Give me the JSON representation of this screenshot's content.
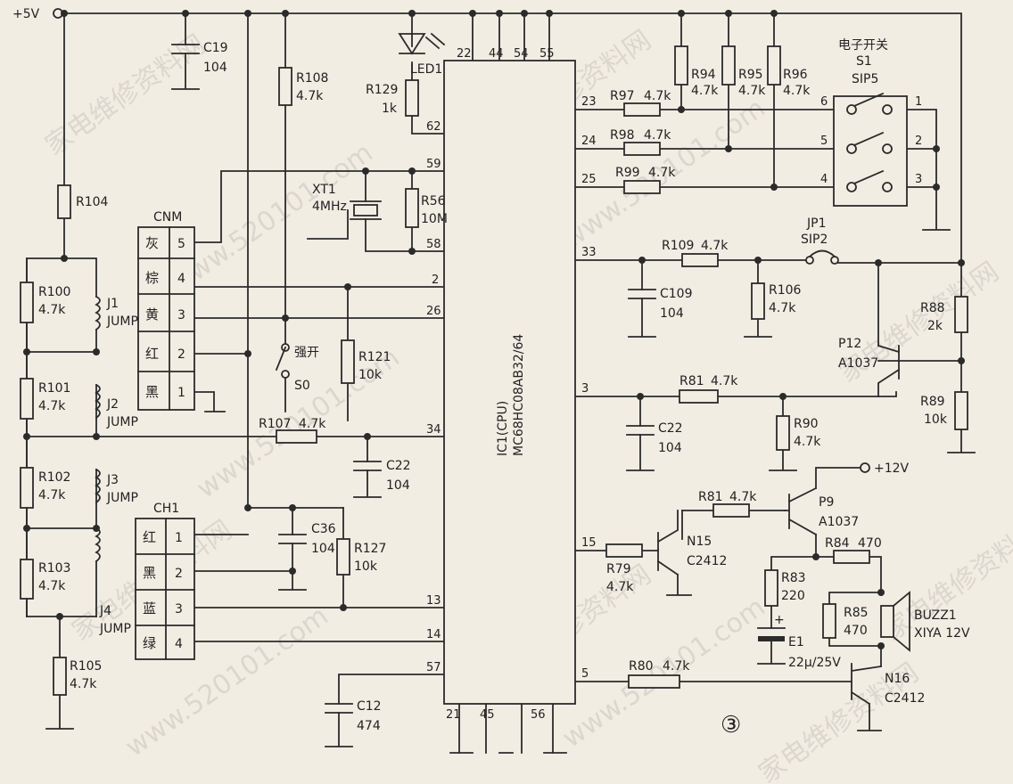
{
  "watermarks": {
    "site_cn": "家电维修资料网",
    "site_url": "www.520101.com"
  },
  "power": {
    "vcc": "+5V",
    "v12": "+12V"
  },
  "figure_number": "③",
  "ic": {
    "label": "IC1(CPU)",
    "part": "MC68HC08AB32/64",
    "pins": {
      "p22": "22",
      "p44": "44",
      "p54": "54",
      "p55": "55",
      "p62": "62",
      "p59": "59",
      "p58": "58",
      "p2": "2",
      "p26": "26",
      "p34": "34",
      "p13": "13",
      "p14": "14",
      "p57": "57",
      "p21": "21",
      "p45": "45",
      "p56": "56",
      "p23": "23",
      "p24": "24",
      "p25": "25",
      "p33": "33",
      "p3": "3",
      "p15": "15",
      "p5": "5"
    }
  },
  "cnm": {
    "title": "CNM",
    "rows": [
      {
        "color": "灰",
        "num": "5"
      },
      {
        "color": "棕",
        "num": "4"
      },
      {
        "color": "黄",
        "num": "3"
      },
      {
        "color": "红",
        "num": "2"
      },
      {
        "color": "黑",
        "num": "1"
      }
    ]
  },
  "ch1": {
    "title": "CH1",
    "rows": [
      {
        "color": "红",
        "num": "1"
      },
      {
        "color": "黑",
        "num": "2"
      },
      {
        "color": "蓝",
        "num": "3"
      },
      {
        "color": "绿",
        "num": "4"
      }
    ]
  },
  "s1": {
    "title_cn": "电子开关",
    "ref": "S1",
    "type": "SIP5",
    "pins": [
      "6",
      "5",
      "4",
      "1",
      "2",
      "3"
    ]
  },
  "jp1": {
    "ref": "JP1",
    "type": "SIP2"
  },
  "switch_s0": {
    "label_cn": "强开",
    "ref": "S0"
  },
  "crystal": {
    "ref": "XT1",
    "value": "4MHz"
  },
  "led": {
    "ref": "LED1"
  },
  "buzzer": {
    "ref": "BUZZ1",
    "value": "XIYA 12V"
  },
  "jumpers": {
    "j1": "J1",
    "j2": "J2",
    "j3": "J3",
    "j4": "J4",
    "jump": "JUMP"
  },
  "resistors": {
    "r104": "R104",
    "r100": "R100",
    "r100v": "4.7k",
    "r101": "R101",
    "r101v": "4.7k",
    "r102": "R102",
    "r102v": "4.7k",
    "r103": "R103",
    "r103v": "4.7k",
    "r105": "R105",
    "r105v": "4.7k",
    "r108": "R108",
    "r108v": "4.7k",
    "r129": "R129",
    "r129v": "1k",
    "r56": "R56",
    "r56v": "10M",
    "r121": "R121",
    "r121v": "10k",
    "r107": "R107",
    "r107v": "4.7k",
    "r127": "R127",
    "r127v": "10k",
    "r97": "R97",
    "r97v": "4.7k",
    "r98": "R98",
    "r98v": "4.7k",
    "r99": "R99",
    "r99v": "4.7k",
    "r94": "R94",
    "r94v": "4.7k",
    "r95": "R95",
    "r95v": "4.7k",
    "r96": "R96",
    "r96v": "4.7k",
    "r109": "R109",
    "r109v": "4.7k",
    "r106": "R106",
    "r106v": "4.7k",
    "r88": "R88",
    "r88v": "2k",
    "r89": "R89",
    "r89v": "10k",
    "r81a": "R81",
    "r81av": "4.7k",
    "r90": "R90",
    "r90v": "4.7k",
    "r81b": "R81",
    "r81bv": "4.7k",
    "r79": "R79",
    "r79v": "4.7k",
    "r84": "R84",
    "r84v": "470",
    "r83": "R83",
    "r83v": "220",
    "r85": "R85",
    "r85v": "470",
    "r80": "R80",
    "r80v": "4.7k"
  },
  "capacitors": {
    "c19": "C19",
    "c19v": "104",
    "c22a": "C22",
    "c22av": "104",
    "c36": "C36",
    "c36v": "104",
    "c12": "C12",
    "c12v": "474",
    "c109": "C109",
    "c109v": "104",
    "c22b": "C22",
    "c22bv": "104",
    "e1": "E1",
    "e1v": "22μ/25V",
    "plus": "+"
  },
  "transistors": {
    "p12": "P12",
    "p12v": "A1037",
    "p9": "P9",
    "p9v": "A1037",
    "n15": "N15",
    "n15v": "C2412",
    "n16": "N16",
    "n16v": "C2412"
  }
}
